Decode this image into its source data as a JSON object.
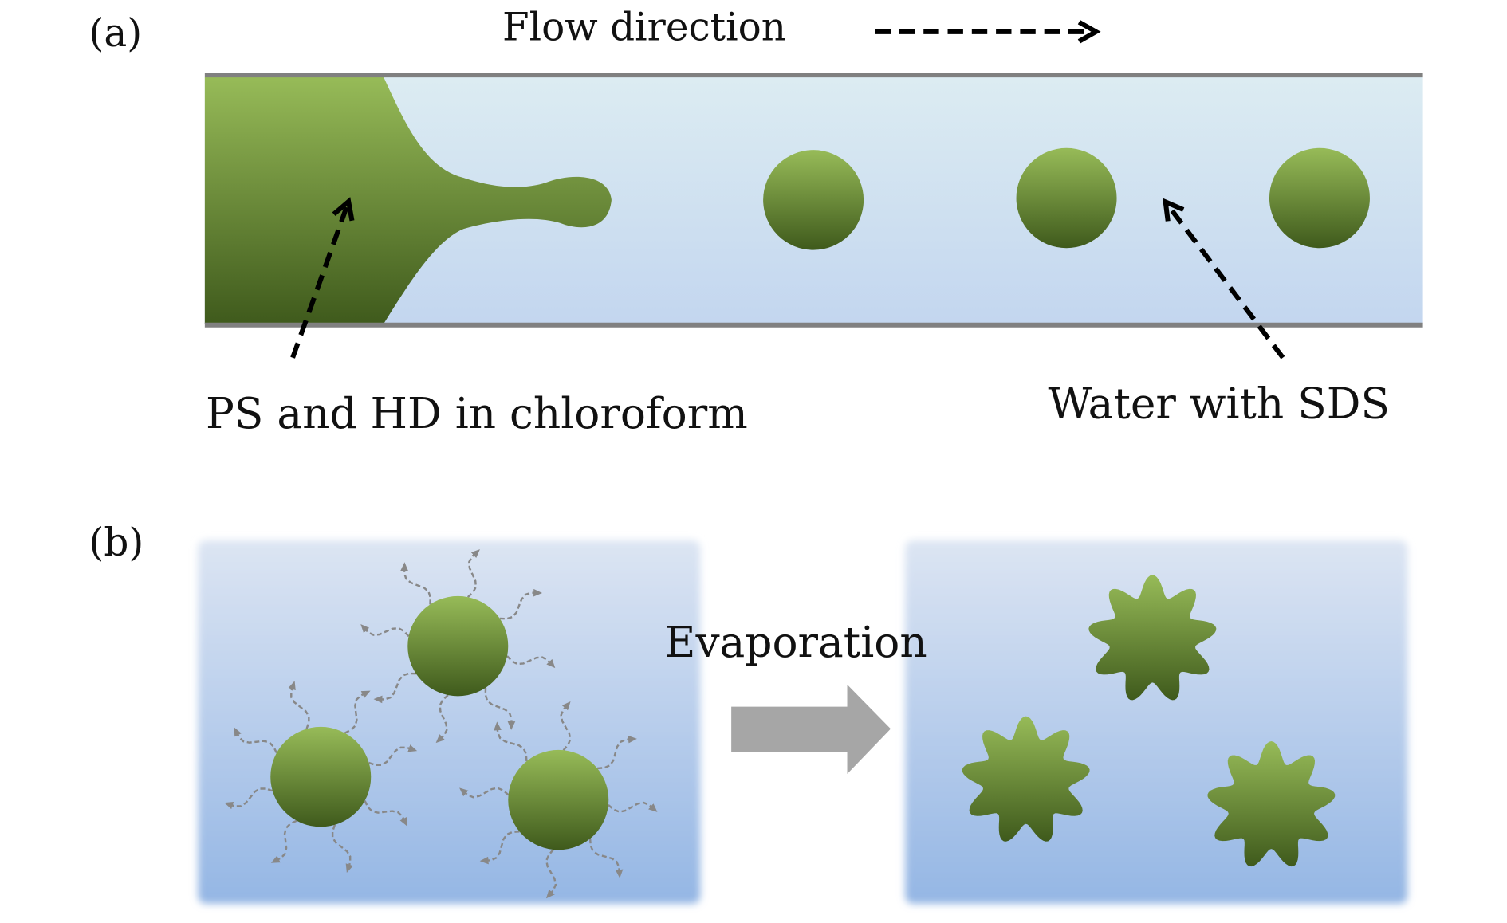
{
  "panel_a": {
    "label": "(a)",
    "flow_label": "Flow direction",
    "oil_label": "PS and HD in chloroform",
    "water_label": "Water with SDS"
  },
  "panel_b": {
    "label": "(b)",
    "process_label": "Evaporation"
  },
  "colors": {
    "droplet_light": "#97bb58",
    "droplet_dark": "#3f5a1c",
    "channel_light": "#dcecf2",
    "channel_dark": "#c3d6ef",
    "tube_wall": "#808080",
    "box_top": "#dce5f3",
    "box_bottom": "#94b6e4",
    "process_arrow": "#a6a6a6"
  }
}
